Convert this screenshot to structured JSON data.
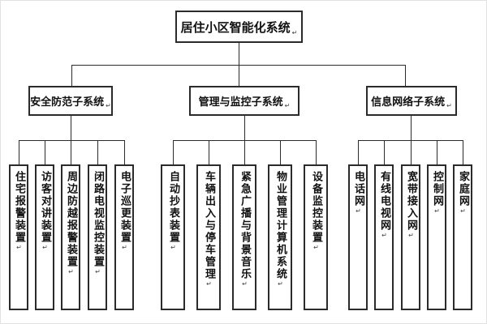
{
  "diagram": {
    "root": "居住小区智能化系统",
    "eol_mark": "↵",
    "branches": [
      {
        "label": "安全防范子系统",
        "children": [
          "住宅报警装置",
          "访客对讲装置",
          "周边防越报警装置",
          "闭路电视监控装置",
          "电子巡更装置"
        ]
      },
      {
        "label": "管理与监控子系统",
        "children": [
          "自动抄表装置",
          "车辆出入与停车管理",
          "紧急广播与背景音乐",
          "物业管理计算机系统",
          "设备监控装置"
        ]
      },
      {
        "label": "信息网络子系统",
        "children": [
          "电话网",
          "有线电视网",
          "宽带接入网",
          "控制网",
          "家庭网"
        ]
      }
    ]
  },
  "colors": {
    "line": "#2b2b2b",
    "border": "#2b2b2b",
    "text": "#111111",
    "background": "#ffffff"
  }
}
